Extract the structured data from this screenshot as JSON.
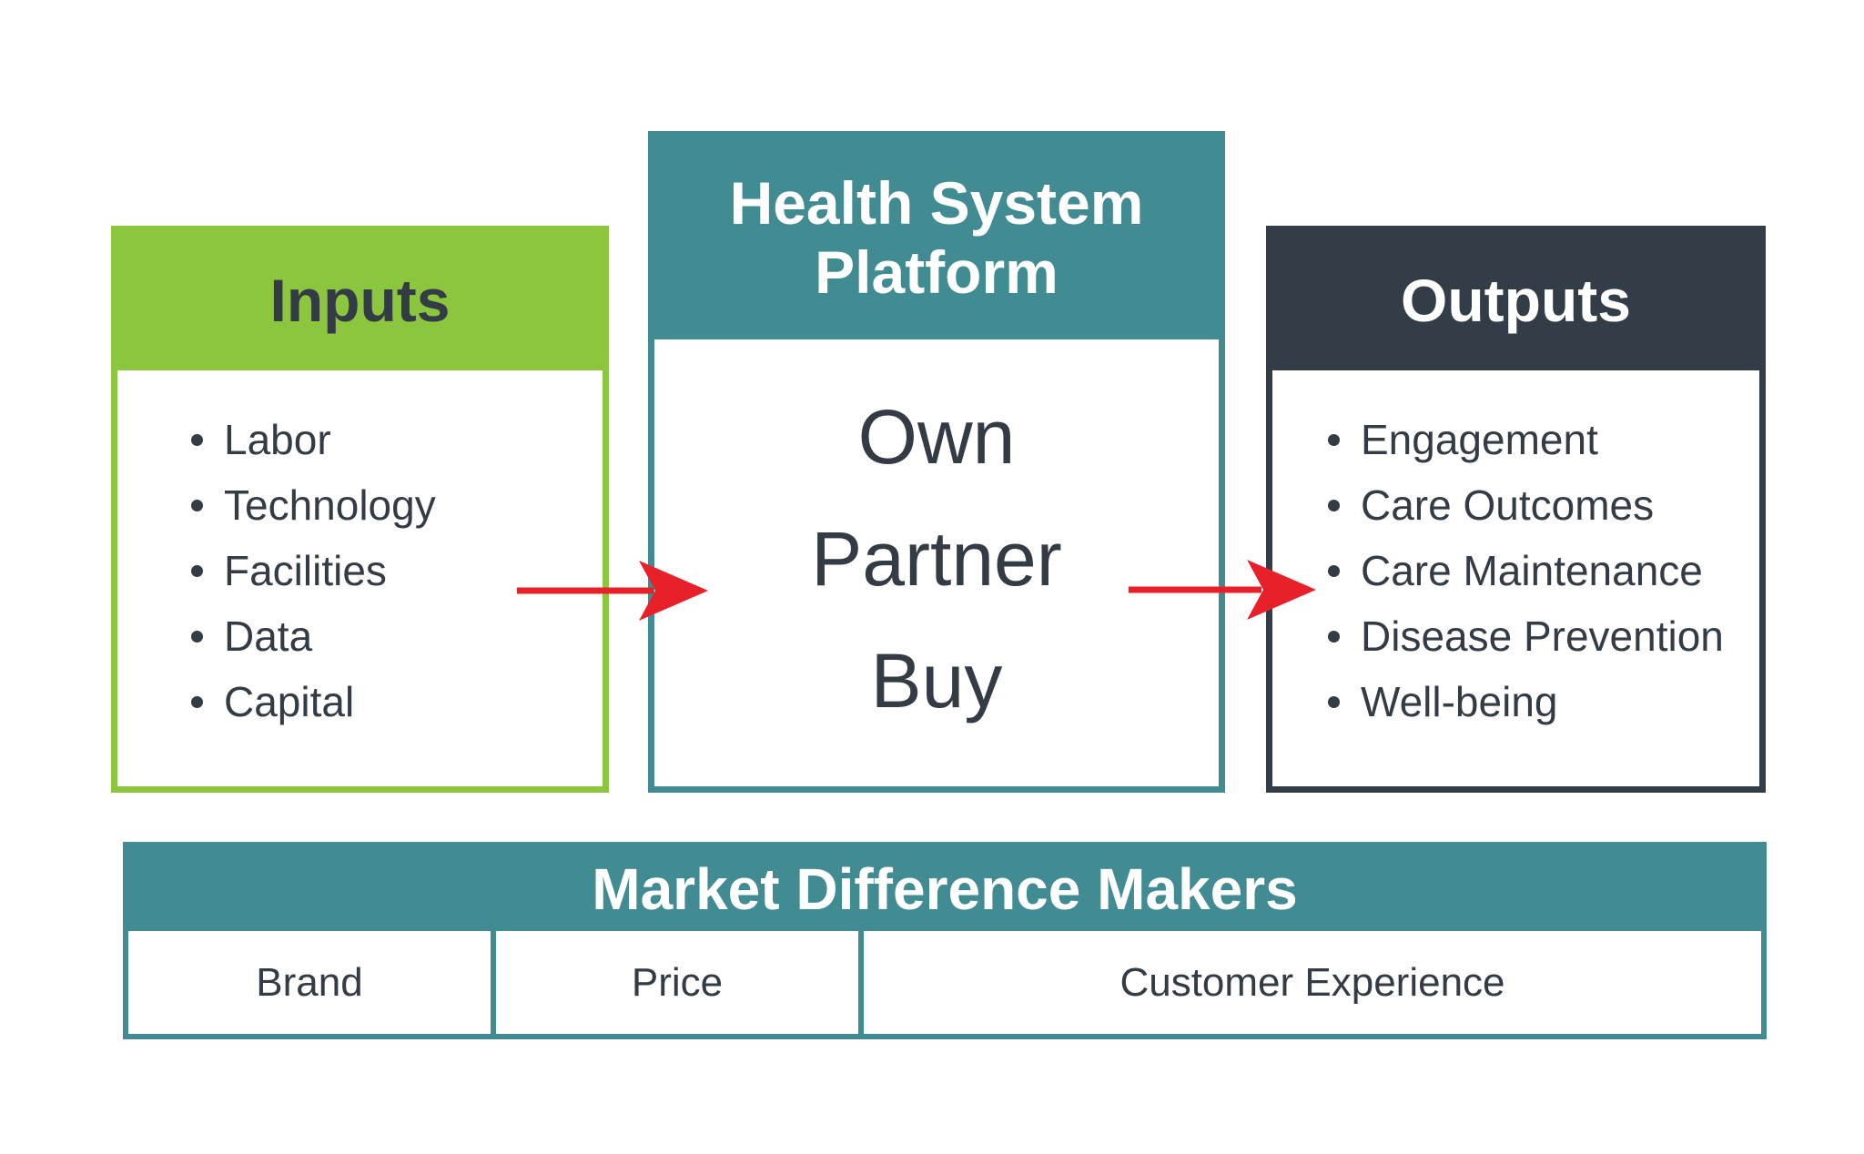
{
  "inputs": {
    "title": "Inputs",
    "color": "#8cc63f",
    "items": [
      "Labor",
      "Technology",
      "Facilities",
      "Data",
      "Capital"
    ]
  },
  "platform": {
    "title_line1": "Health System",
    "title_line2": "Platform",
    "color": "#418c92",
    "options": [
      "Own",
      "Partner",
      "Buy"
    ]
  },
  "outputs": {
    "title": "Outputs",
    "color": "#333d47",
    "items": [
      "Engagement",
      "Care Outcomes",
      "Care Maintenance",
      "Disease Prevention",
      "Well-being"
    ]
  },
  "arrows": {
    "color": "#e8202a"
  },
  "market": {
    "title": "Market Difference Makers",
    "color": "#418c92",
    "cells": [
      "Brand",
      "Price",
      "Customer Experience"
    ]
  }
}
